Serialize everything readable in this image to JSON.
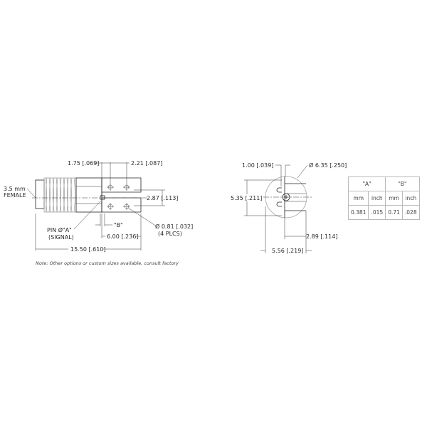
{
  "drawing": {
    "side_view": {
      "connector_label": [
        "3.5 mm",
        "FEMALE"
      ],
      "dim_top_left": {
        "mm": "1.75",
        "inch": ".069"
      },
      "dim_top_right": {
        "mm": "2.21",
        "inch": ".087"
      },
      "dim_pin_spacing": {
        "mm": "2.87",
        "inch": ".113"
      },
      "dim_hole": {
        "mm": "Ø 0.81",
        "inch": ".032",
        "note": "(4 PLCS)"
      },
      "dim_b": "\"B\"",
      "pin_label": [
        "PIN Ø\"A\"",
        "(SIGNAL)"
      ],
      "dim_flange": {
        "mm": "6.00",
        "inch": ".236"
      },
      "dim_overall": {
        "mm": "15.50",
        "inch": ".610"
      }
    },
    "end_view": {
      "dim_slot": {
        "mm": "1.00",
        "inch": ".039"
      },
      "dim_diameter": {
        "mm": "Ø 6.35",
        "inch": ".250"
      },
      "dim_height": {
        "mm": "5.35",
        "inch": ".211"
      },
      "dim_offset": {
        "mm": "2.89",
        "inch": ".114"
      },
      "dim_width": {
        "mm": "5.56",
        "inch": ".219"
      }
    },
    "note": "Note: Other options or custom sizes available, consult factory"
  },
  "table": {
    "headers": [
      "\"A\"",
      "\"B\""
    ],
    "subheaders": [
      "mm",
      "inch",
      "mm",
      "inch"
    ],
    "rows": [
      [
        "0.381",
        ".015",
        "0.71",
        ".028"
      ]
    ]
  }
}
